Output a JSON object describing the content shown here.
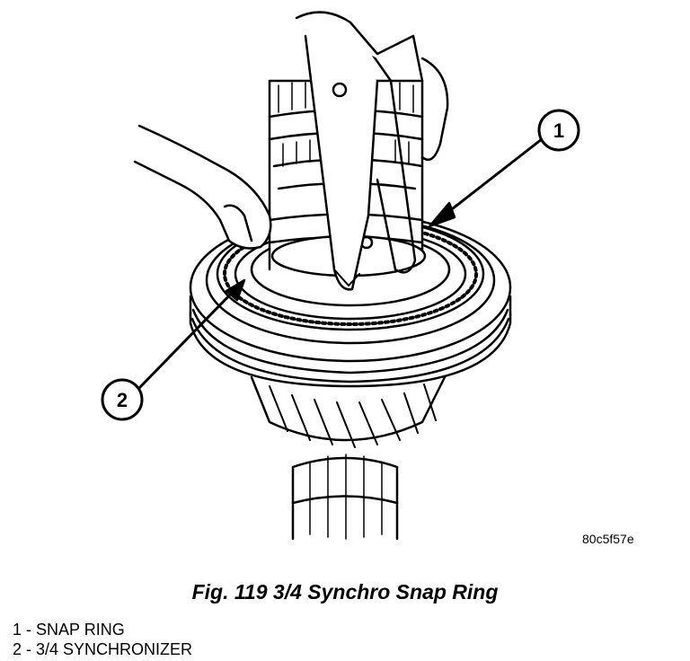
{
  "figure": {
    "code": "80c5f57e",
    "caption": "Fig. 119 3/4 Synchro Snap Ring"
  },
  "callouts": [
    {
      "number": "1"
    },
    {
      "number": "2"
    }
  ],
  "legend": [
    {
      "text": "1 - SNAP RING"
    },
    {
      "text": "2 - 3/4 SYNCHRONIZER"
    }
  ]
}
